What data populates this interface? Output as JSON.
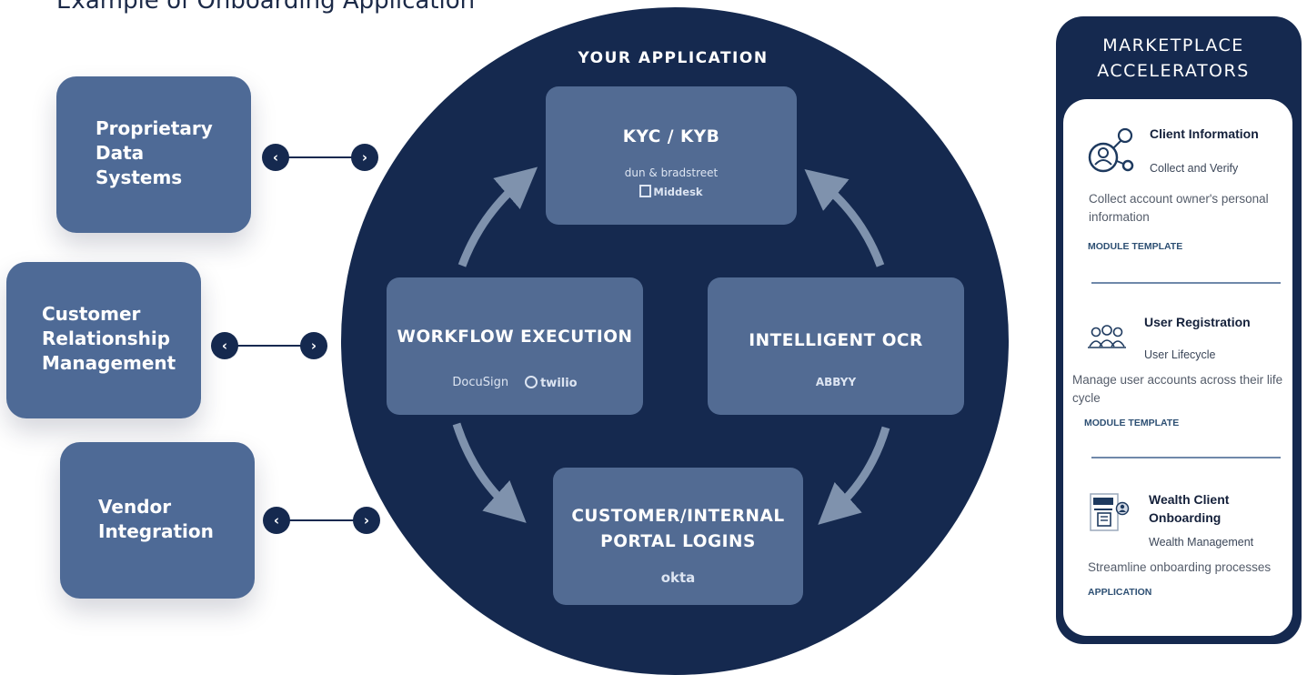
{
  "title": "Example of Onboarding Application",
  "app": {
    "heading": "YOUR APPLICATION",
    "kyc": {
      "title": "KYC / KYB",
      "logo1": "dun & bradstreet",
      "logo2": "Middesk"
    },
    "workflow": {
      "title": "WORKFLOW EXECUTION",
      "logo1": "DocuSign",
      "logo2": "twilio"
    },
    "ocr": {
      "title": "INTELLIGENT OCR",
      "logo1": "ABBYY"
    },
    "portal": {
      "line1": "CUSTOMER/INTERNAL",
      "line2": "PORTAL LOGINS",
      "logo1": "okta"
    }
  },
  "sources": [
    {
      "lines": [
        "Proprietary",
        "Data",
        "Systems"
      ]
    },
    {
      "lines": [
        "Customer",
        "Relationship",
        "Management"
      ]
    },
    {
      "lines": [
        "Vendor",
        "Integration"
      ]
    }
  ],
  "nav": {
    "left": "‹",
    "right": "›"
  },
  "panel": {
    "title_line1": "MARKETPLACE",
    "title_line2": "ACCELERATORS",
    "cards": [
      {
        "icon": "client-info-icon",
        "title": "Client Information",
        "subtitle": "Collect and Verify",
        "description": "Collect account owner's personal information",
        "type": "MODULE TEMPLATE"
      },
      {
        "icon": "user-registration-icon",
        "title": "User Registration",
        "subtitle": "User Lifecycle",
        "description": "Manage user accounts across their life cycle",
        "type": "MODULE TEMPLATE"
      },
      {
        "icon": "wealth-onboarding-icon",
        "title_line1": "Wealth Client",
        "title_line2": "Onboarding",
        "subtitle": "Wealth Management",
        "description": "Streamline onboarding processes",
        "type": "APPLICATION"
      }
    ]
  },
  "colors": {
    "navy": "#15294f",
    "box": "#4e6a96",
    "arrow": "#7f92ad"
  }
}
